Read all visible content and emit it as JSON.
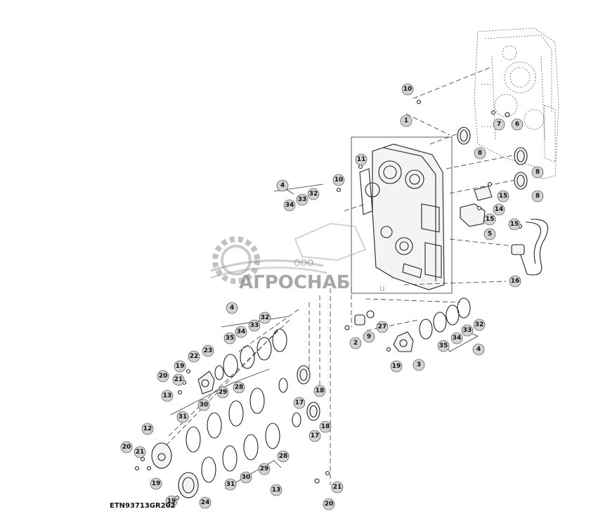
{
  "reference_id": "ETN93713GR202",
  "watermark": {
    "brand": "АГРОСНАБ",
    "prefix": "ООО",
    "suffix": "u"
  },
  "callouts": {
    "c1": "1",
    "c2": "2",
    "c3": "3",
    "c4a": "4",
    "c4b": "4",
    "c4c": "4",
    "c5": "5",
    "c6": "6",
    "c7": "7",
    "c8a": "8",
    "c8b": "8",
    "c8c": "8",
    "c9": "9",
    "c10a": "10",
    "c10b": "10",
    "c11": "11",
    "c12": "12",
    "c13a": "13",
    "c13b": "13",
    "c14": "14",
    "c15a": "15",
    "c15b": "15",
    "c15c": "15",
    "c16": "16",
    "c17a": "17",
    "c17b": "17",
    "c18a": "18",
    "c18b": "18",
    "c19a": "19",
    "c19b": "19",
    "c19c": "19",
    "c19d": "19",
    "c20a": "20",
    "c20b": "20",
    "c20c": "20",
    "c21a": "21",
    "c21b": "21",
    "c21c": "21",
    "c22": "22",
    "c23": "23",
    "c24": "24",
    "c27": "27",
    "c28a": "28",
    "c28b": "28",
    "c29a": "29",
    "c29b": "29",
    "c30a": "30",
    "c30b": "30",
    "c31a": "31",
    "c31b": "31",
    "c32a": "32",
    "c32b": "32",
    "c32c": "32",
    "c33a": "33",
    "c33b": "33",
    "c33c": "33",
    "c34a": "34",
    "c34b": "34",
    "c34c": "34",
    "c35a": "35",
    "c35b": "35"
  }
}
